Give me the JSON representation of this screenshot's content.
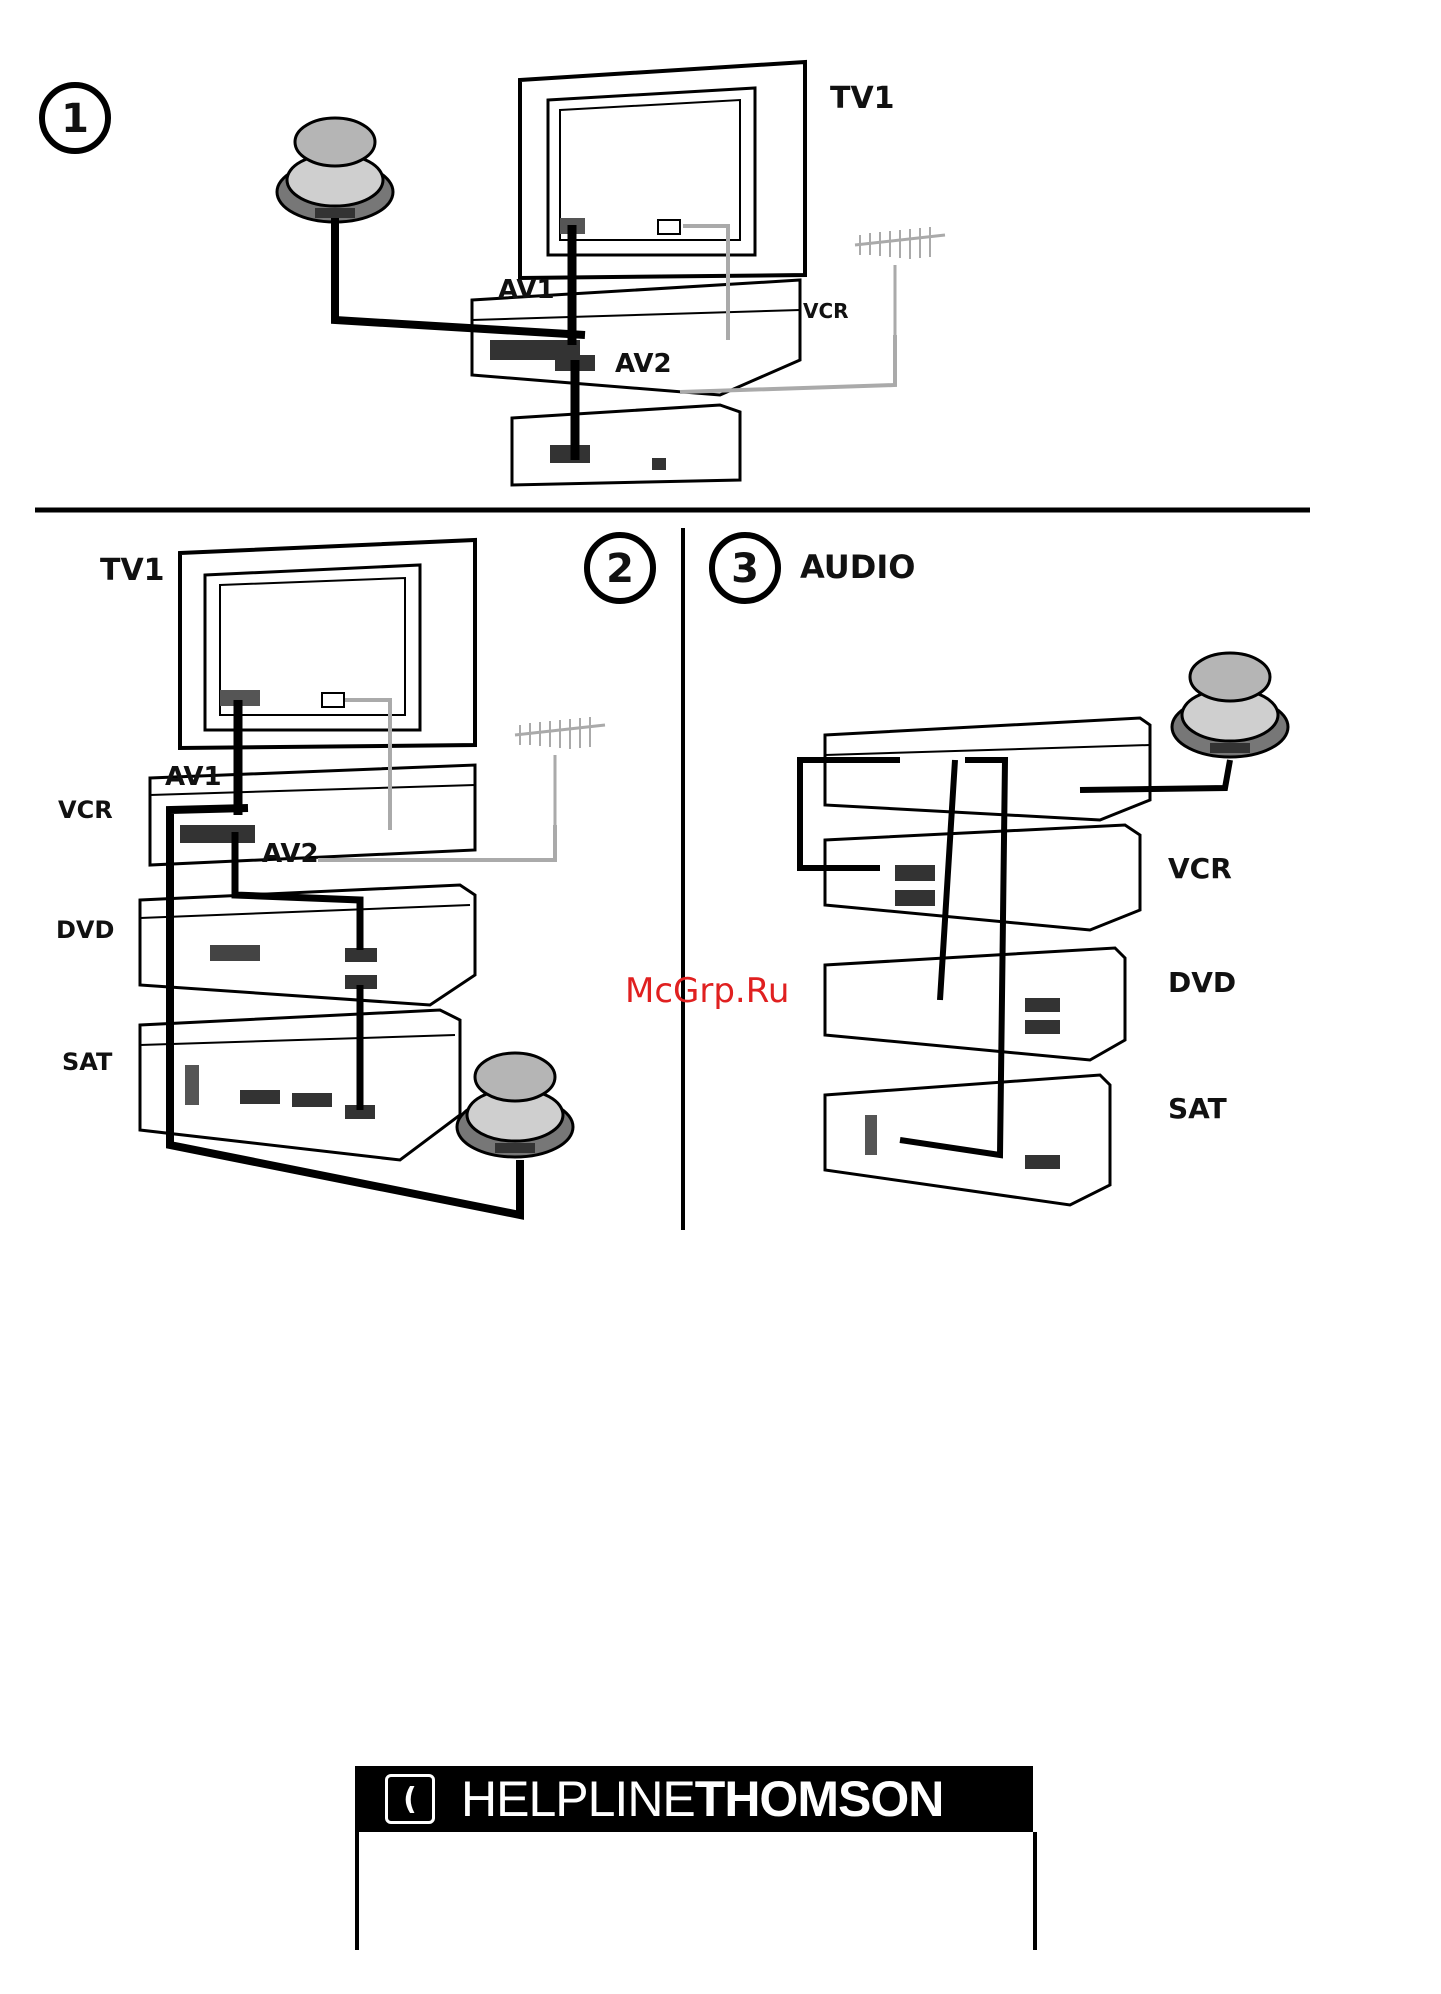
{
  "diagram1": {
    "number": "1",
    "tv": "TV1",
    "av1": "AV1",
    "av2": "AV2",
    "vcr": "VCR"
  },
  "diagram2": {
    "number": "2",
    "tv": "TV1",
    "av1": "AV1",
    "av2": "AV2",
    "vcr": "VCR",
    "dvd": "DVD",
    "sat": "SAT"
  },
  "diagram3": {
    "number": "3",
    "title": "AUDIO",
    "vcr": "VCR",
    "dvd": "DVD",
    "sat": "SAT"
  },
  "watermark": "McGrp.Ru",
  "helpline": {
    "word1": "HELPLINE",
    "word2": "THOMSON",
    "icon": "phone-icon"
  }
}
